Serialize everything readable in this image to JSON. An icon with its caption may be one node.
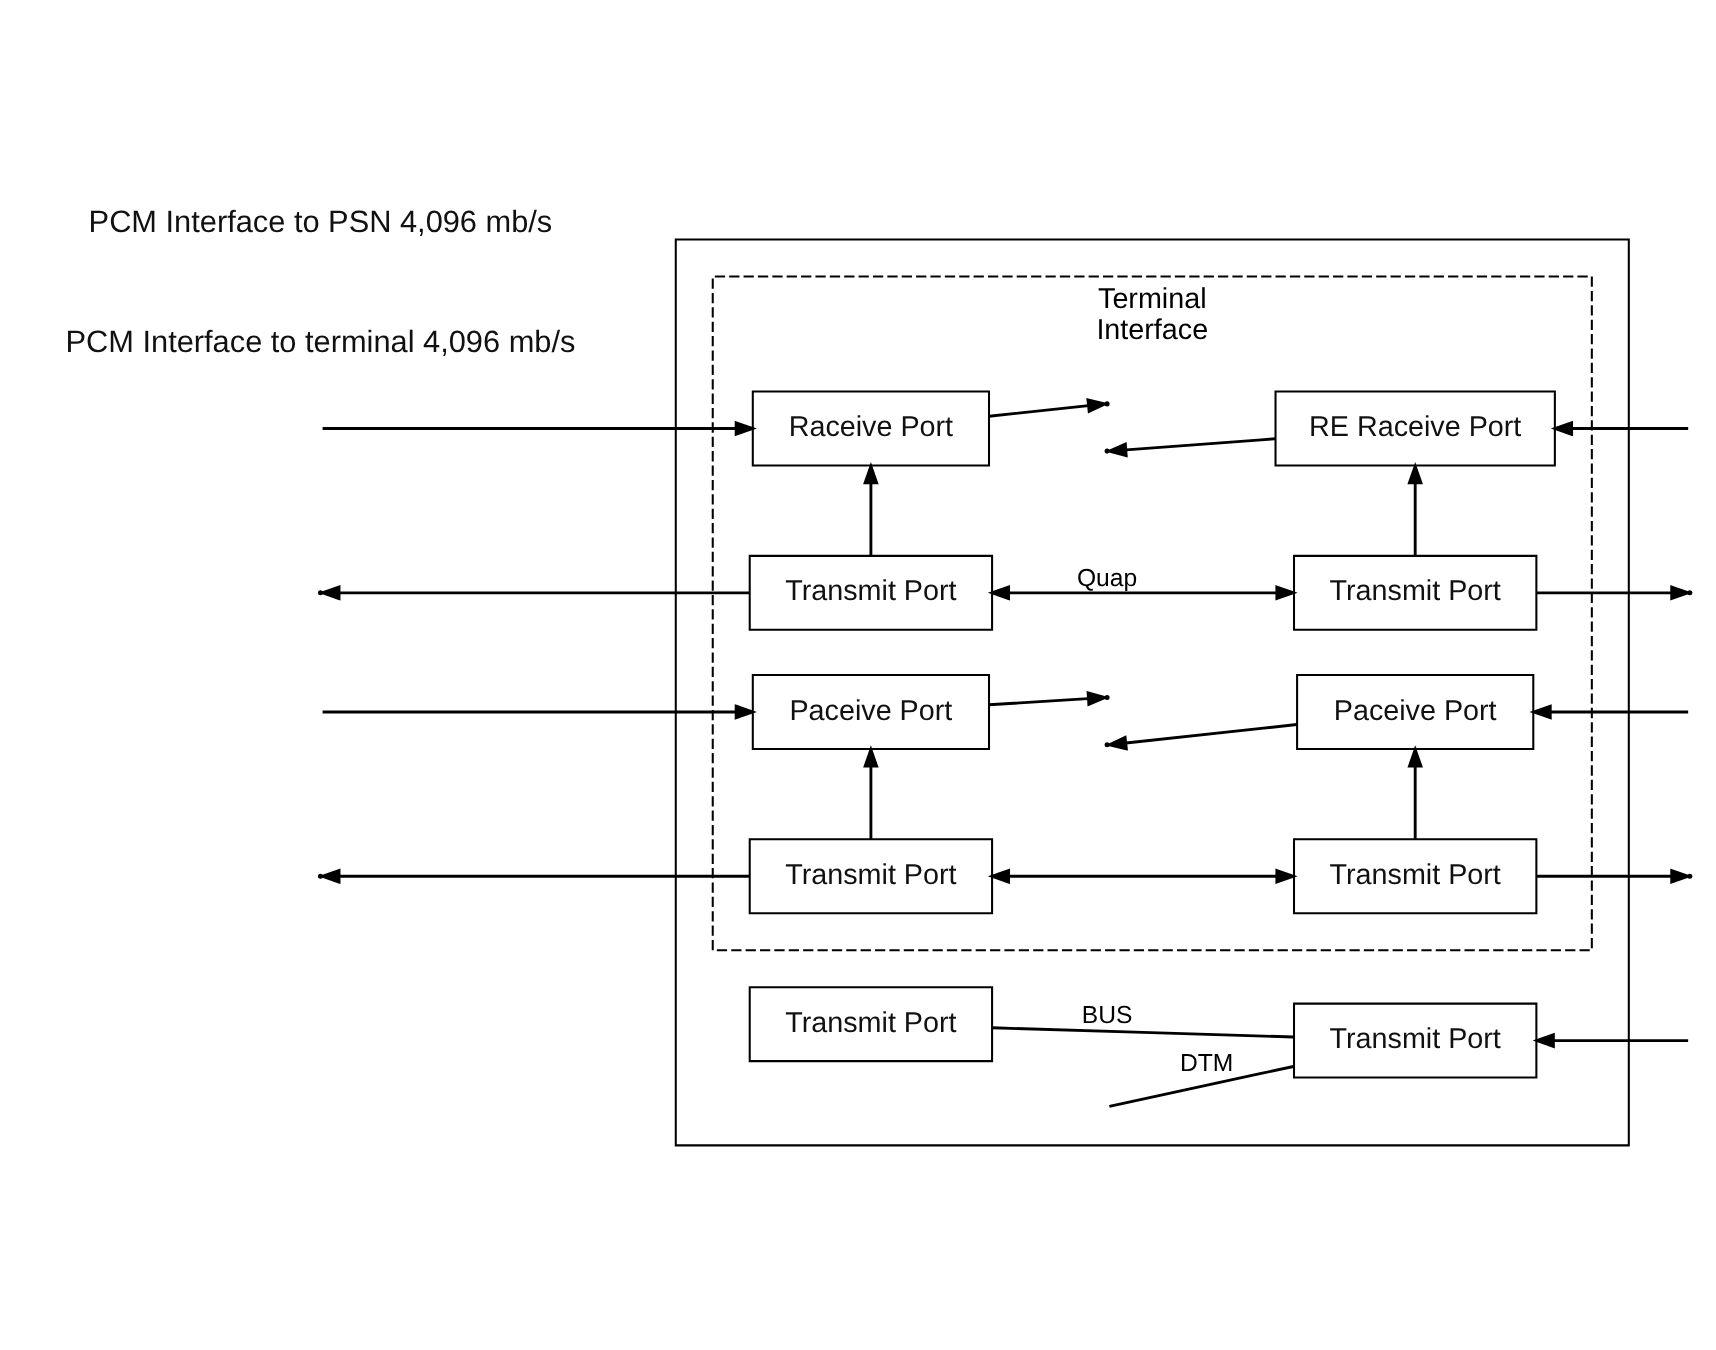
{
  "diagram": {
    "nodes": [
      {
        "text": [],
        "shape": "box"
      },
      {
        "text": [
          "Terminal",
          "Interface"
        ],
        "in": 0
      },
      {
        "text": [
          "Raceive Port"
        ],
        "in": 1
      },
      {
        "text": [
          "RE Raceive Port"
        ],
        "in": 1
      },
      {
        "text": [
          "Transmit Port"
        ],
        "in": 1
      },
      {
        "text": [
          "Transmit Port"
        ],
        "in": 1
      },
      {
        "text": [
          "Paceive Port"
        ],
        "in": 1
      },
      {
        "text": [
          "Paceive Port"
        ],
        "in": 1
      },
      {
        "text": [
          "Transmit Port"
        ],
        "in": 1
      },
      {
        "text": [
          "Transmit Port"
        ],
        "in": 1
      },
      {
        "text": [
          "Transmit Port"
        ],
        "in": 0
      },
      {
        "text": [
          "Transmit Port"
        ],
        "in": 0
      }
    ],
    "edges": [
      {
        "from": null,
        "to": 2,
        "arrow": "to"
      },
      {
        "from": 2,
        "to": null,
        "arrow": "to"
      },
      {
        "from": 3,
        "to": null,
        "arrow": "to"
      },
      {
        "from": null,
        "to": 3,
        "arrow": "to"
      },
      {
        "from": 4,
        "to": 2,
        "arrow": "to"
      },
      {
        "from": 5,
        "to": 3,
        "arrow": "to"
      },
      {
        "from": 4,
        "to": null,
        "arrow": "to"
      },
      {
        "from": 4,
        "to": 5,
        "arrow": "both",
        "label": "Quap"
      },
      {
        "from": 5,
        "to": null,
        "arrow": "to"
      },
      {
        "from": null,
        "to": 6,
        "arrow": "to"
      },
      {
        "from": 6,
        "to": null,
        "arrow": "to"
      },
      {
        "from": 7,
        "to": null,
        "arrow": "to"
      },
      {
        "from": null,
        "to": 7,
        "arrow": "to"
      },
      {
        "from": 8,
        "to": 6,
        "arrow": "to"
      },
      {
        "from": 9,
        "to": 7,
        "arrow": "to"
      },
      {
        "from": 8,
        "to": null,
        "arrow": "to"
      },
      {
        "from": 8,
        "to": 9,
        "arrow": "both"
      },
      {
        "from": 9,
        "to": null,
        "arrow": "to"
      },
      {
        "from": null,
        "to": 11,
        "arrow": "none",
        "label": "DTM"
      },
      {
        "from": 10,
        "to": 11,
        "arrow": "none",
        "label": "BUS"
      },
      {
        "from": null,
        "to": 11,
        "arrow": "to"
      }
    ],
    "labels": [
      "PCM Interface to terminal 4,096 mb/s",
      "PCM Interface to PSN 4,096 mb/s"
    ]
  }
}
